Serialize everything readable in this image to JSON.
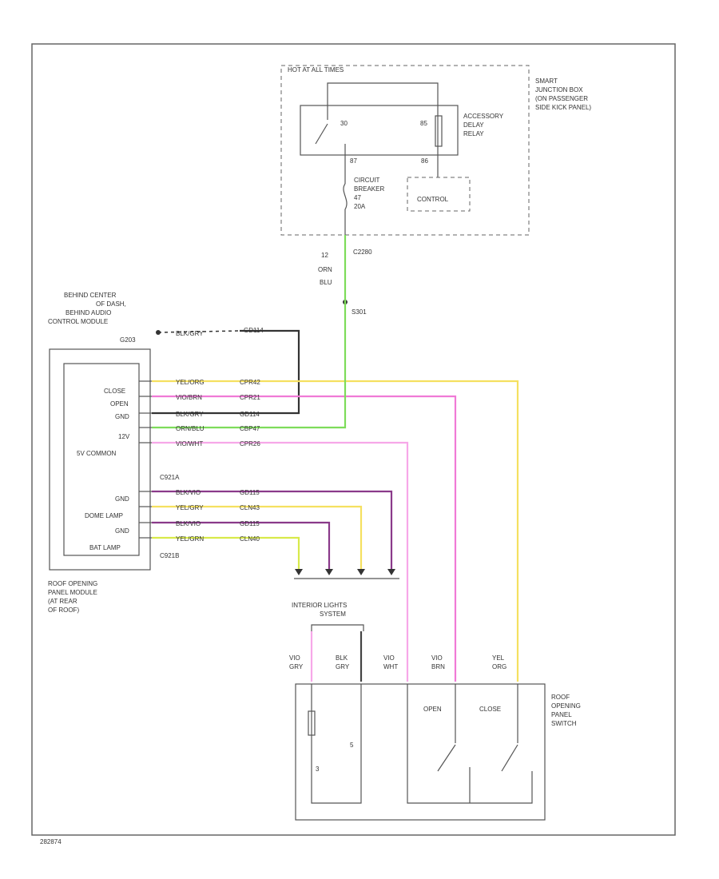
{
  "colors": {
    "green": "#7ddc5a",
    "yellow": "#f5e060",
    "pink": "#f07ad6",
    "lightpink": "#f7a8e8",
    "purple": "#8a3a8a",
    "yellowgreen": "#d8ea4a",
    "black": "#444444"
  },
  "labels": {
    "hot_at_all_times": "HOT AT ALL TIMES",
    "sjb_1": "SMART",
    "sjb_2": "JUNCTION BOX",
    "sjb_3": "(ON PASSENGER",
    "sjb_4": "SIDE KICK PANEL)",
    "relay_1": "ACCESSORY",
    "relay_2": "DELAY",
    "relay_3": "RELAY",
    "pin_30": "30",
    "pin_85": "85",
    "pin_87": "87",
    "pin_86": "86",
    "cb_1": "CIRCUIT",
    "cb_2": "BREAKER",
    "cb_3": "47",
    "cb_4": "20A",
    "control": "CONTROL",
    "conn_c2280": "C2280",
    "wire_num_12": "12",
    "wire_orn": "ORN",
    "wire_blu": "BLU",
    "splice_s301": "S301",
    "ground_1": "BEHIND CENTER",
    "ground_2": "OF DASH,",
    "ground_3": "BEHIND AUDIO",
    "ground_4": "CONTROL MODULE",
    "ground_5": "G203",
    "ground_wire": "BLK/GRY",
    "ground_circuit": "GD114",
    "pin_close": "CLOSE",
    "pin_open": "OPEN",
    "pin_gnd1": "GND",
    "pin_12v": "12V",
    "pin_5v": "5V COMMON",
    "pin_gnd2": "GND",
    "pin_dome": "DOME LAMP",
    "pin_gnd3": "GND",
    "pin_batt": "BAT LAMP",
    "conn_c921a": "C921A",
    "conn_c921b": "C921B",
    "w1_color": "YEL/ORG",
    "w1_circ": "CPR42",
    "w2_color": "VIO/BRN",
    "w2_circ": "CPR21",
    "w3_color": "BLK/GRY",
    "w3_circ": "GD114",
    "w4_color": "ORN/BLU",
    "w4_circ": "CBP47",
    "w5_color": "VIO/WHT",
    "w5_circ": "CPR26",
    "w6_color": "BLK/VIO",
    "w6_circ": "GD115",
    "w7_color": "YEL/GRY",
    "w7_circ": "CLN43",
    "w8_color": "BLK/VIO",
    "w8_circ": "GD115",
    "w9_color": "YEL/GRN",
    "w9_circ": "CLN40",
    "module_1": "ROOF OPENING",
    "module_2": "PANEL MODULE",
    "module_3": "(AT REAR",
    "module_4": "OF ROOF)",
    "il_1": "INTERIOR LIGHTS",
    "il_2": "SYSTEM",
    "sw_w1a": "VIO",
    "sw_w1b": "GRY",
    "sw_w2a": "BLK",
    "sw_w2b": "GRY",
    "sw_w3a": "VIO",
    "sw_w3b": "WHT",
    "sw_w4a": "VIO",
    "sw_w4b": "BRN",
    "sw_w5a": "YEL",
    "sw_w5b": "ORG",
    "sw_open": "OPEN",
    "sw_close": "CLOSE",
    "sw_1": "ROOF",
    "sw_2": "OPENING",
    "sw_3": "PANEL",
    "sw_4": "SWITCH",
    "footer": "282874"
  }
}
